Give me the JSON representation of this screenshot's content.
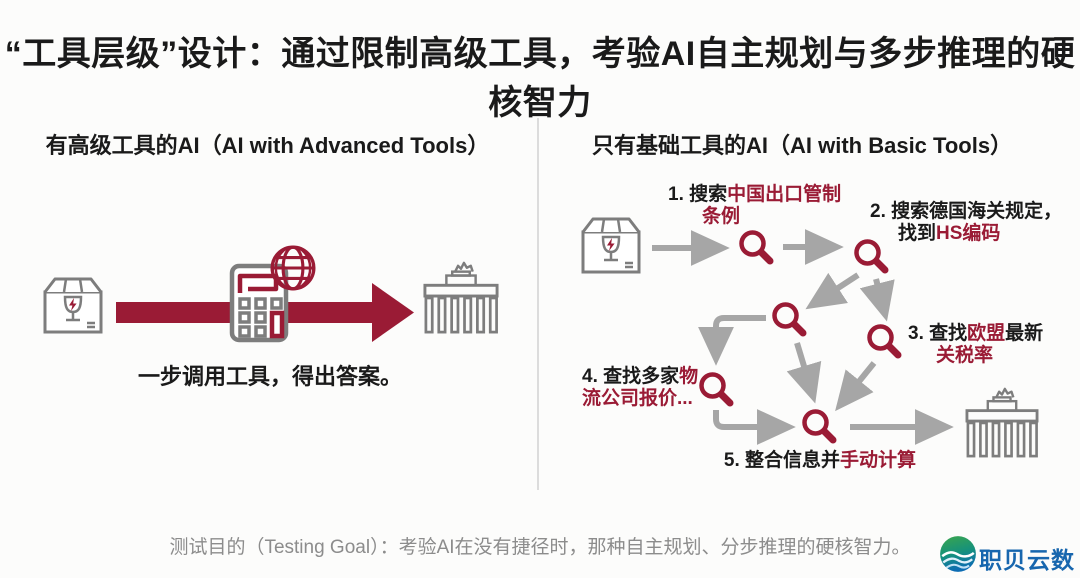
{
  "title": "“工具层级”设计：通过限制高级工具，考验AI自主规划与多步推理的硬核智力",
  "colors": {
    "red": "#9A1B35",
    "ink": "#1A1A1A",
    "icon-gray": "#7D7D7D",
    "arrow-gray": "#A6A6A6",
    "muted": "#8C8C8C",
    "blue": "#1766AE",
    "divider": "#DCDCDC",
    "bg": "#FCFCFB"
  },
  "left": {
    "header": "有高级工具的AI（AI with Advanced Tools）",
    "caption": "一步调用工具，得出答案。",
    "icons": [
      "package-icon",
      "advanced-tool-calculator-icon",
      "globe-icon",
      "brandenburg-gate-icon"
    ]
  },
  "right": {
    "header": "只有基础工具的AI（AI with Basic Tools）",
    "icons": [
      "package-icon",
      "magnifier-icon",
      "brandenburg-gate-icon"
    ],
    "steps": {
      "s1": {
        "b1": "1. 搜索",
        "r1": "中国出口管制",
        "r2": "条例"
      },
      "s2": {
        "b1": "2. 搜索德国海关规定，",
        "b2": "找到",
        "r1": "HS编码"
      },
      "s3": {
        "b1": "3. 查找",
        "r1": "欧盟",
        "b2": "最新",
        "r2": "关税率"
      },
      "s4": {
        "b1": "4. 查找多家",
        "r1": "物",
        "r2": "流公司报价..."
      },
      "s5": {
        "b1": "5. 整合信息并",
        "r1": "手动计算"
      }
    }
  },
  "footer": {
    "caption": "测试目的（Testing Goal）：考验AI在没有捷径时，那种自主规划、分步推理的硬核智力。"
  },
  "logo": {
    "icon": "zhibei-wave-icon",
    "text": "职贝云数"
  }
}
